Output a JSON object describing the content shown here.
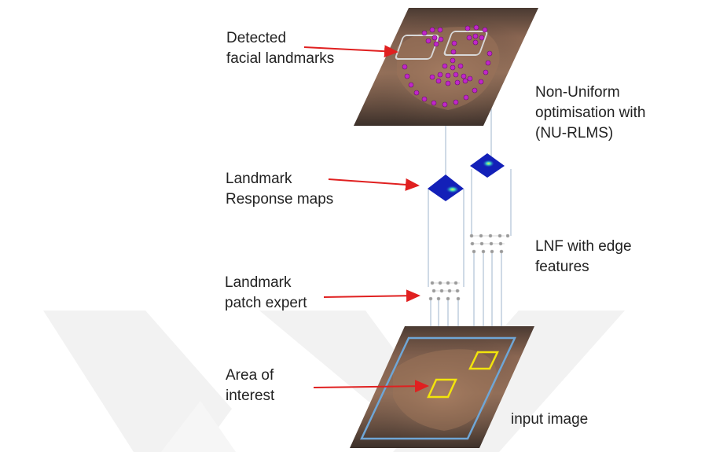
{
  "labels": {
    "detected_landmarks": [
      "Detected",
      "facial landmarks"
    ],
    "nu_rlms": [
      "Non-Uniform",
      "optimisation with",
      "(NU-RLMS)"
    ],
    "response_maps": [
      "Landmark",
      "Response maps"
    ],
    "lnf_edge": [
      "LNF with edge",
      "features"
    ],
    "patch_expert": [
      "Landmark",
      "patch expert"
    ],
    "area_of_interest": [
      "Area of",
      "interest"
    ],
    "input_image": "input image"
  },
  "colors": {
    "arrow": "#e02020",
    "connector": "#9fb6cc",
    "face_box": "#6fa6d6",
    "patch_box": "#f2e40c",
    "landmark": "#c026c9",
    "watermark": "#f2f2f2",
    "map_blue": "#1320b8",
    "map_hot": "#3ad6c4"
  }
}
